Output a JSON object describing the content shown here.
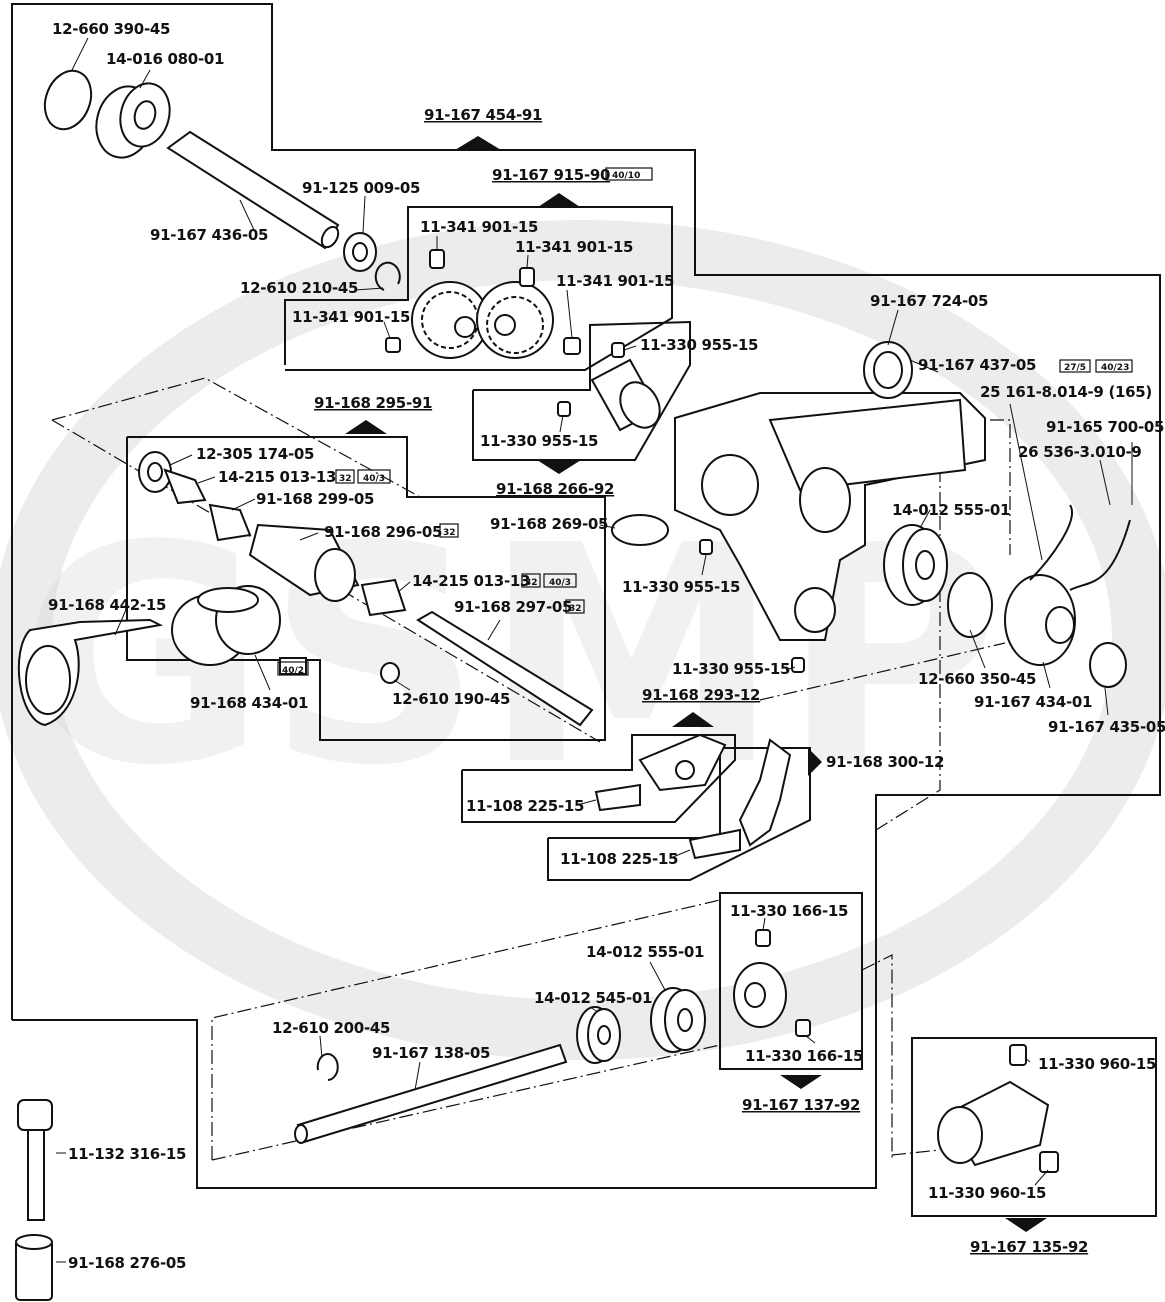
{
  "labels": {
    "p1": "12-660 390-45",
    "p2": "14-016 080-01",
    "p3": "91-167 454-91",
    "p4": "91-167 915-90",
    "p4tag": "40/10",
    "p5": "91-125 009-05",
    "p6": "91-167 436-05",
    "p7": "12-610 210-45",
    "p8": "11-341 901-15",
    "p9": "11-341 901-15",
    "p10": "11-341 901-15",
    "p11": "11-341 901-15",
    "p12": "91-167 724-05",
    "p13": "91-167 437-05",
    "p13tagA": "27/5",
    "p13tagB": "40/23",
    "p14": "25 161-8.014-9 (165)",
    "p15": "91-165 700-05",
    "p16": "26 536-3.010-9",
    "p17": "11-330 955-15",
    "p18": "11-330 955-15",
    "p19": "91-168 266-92",
    "p20": "91-168 295-91",
    "p21": "12-305 174-05",
    "p22": "14-215 013-13",
    "p22tagA": "32",
    "p22tagB": "40/3",
    "p23": "91-168 299-05",
    "p24": "91-168 296-05",
    "p24tag": "32",
    "p25": "91-168 269-05",
    "p26": "14-012 555-01",
    "p27": "11-330 955-15",
    "p28": "14-215 013-13",
    "p28tagA": "32",
    "p28tagB": "40/3",
    "p29": "91-168 297-05",
    "p29tag": "32",
    "p30": "91-168 442-15",
    "p31": "40/2",
    "p32": "12-610 190-45",
    "p33": "91-168 434-01",
    "p34": "11-330 955-15",
    "p35": "12-660 350-45",
    "p36": "91-168 293-12",
    "p37": "91-167 434-01",
    "p38": "91-167 435-05",
    "p39": "91-168 300-12",
    "p40": "11-108 225-15",
    "p41": "11-108 225-15",
    "p42": "11-330 166-15",
    "p43": "14-012 555-01",
    "p44": "14-012 545-01",
    "p45": "12-610 200-45",
    "p46": "91-167 138-05",
    "p47": "11-330 166-15",
    "p48": "91-167 137-92",
    "p49": "11-330 960-15",
    "p50": "11-132 316-15",
    "p51": "11-330 960-15",
    "p52": "91-168 276-05",
    "p53": "91-167 135-92"
  }
}
